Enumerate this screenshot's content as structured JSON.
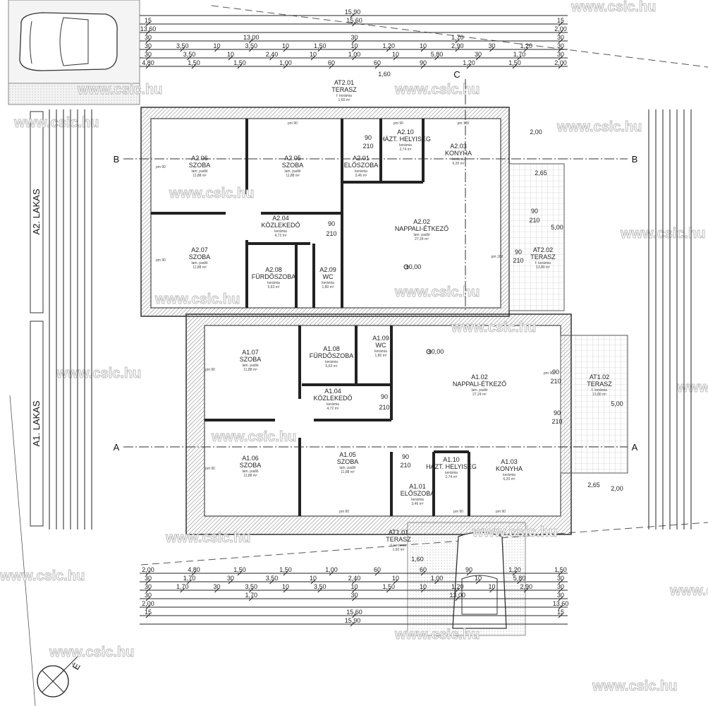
{
  "plan": {
    "units": [
      {
        "label": "A2. LAKAS"
      },
      {
        "label": "A1. LAKAS"
      }
    ],
    "rooms": [
      {
        "code": "A2.06",
        "name": "SZOBA",
        "finish": "lam. padló",
        "area": "11,88 m²"
      },
      {
        "code": "A2.05",
        "name": "SZOBA",
        "finish": "lam. padló",
        "area": "11,88 m²"
      },
      {
        "code": "A2.07",
        "name": "SZOBA",
        "finish": "lam. padló",
        "area": "11,88 m²"
      },
      {
        "code": "A2.04",
        "name": "KÖZLEKEDŐ",
        "finish": "kerámia",
        "area": "4,72 m²"
      },
      {
        "code": "A2.08",
        "name": "FÜRDŐSZOBA",
        "finish": "kerámia",
        "area": "5,63 m²"
      },
      {
        "code": "A2.09",
        "name": "WC",
        "finish": "kerámia",
        "area": "1,80 m²"
      },
      {
        "code": "A2.01",
        "name": "ELŐSZOBA",
        "finish": "kerámia",
        "area": "3,46 m²"
      },
      {
        "code": "A2.10",
        "name": "HÁZT. HELYISÉG",
        "finish": "kerámia",
        "area": "2,74 m²"
      },
      {
        "code": "A2.03",
        "name": "KONYHA",
        "finish": "kerámia",
        "area": "6,20 m²"
      },
      {
        "code": "A2.02",
        "name": "NAPPALI-ÉTKEZŐ",
        "finish": "lam. padló",
        "area": "27,24 m²"
      },
      {
        "code": "AT2.02",
        "name": "TERASZ",
        "finish": "f. kerámia",
        "area": "13,80 m²"
      },
      {
        "code": "AT2.01",
        "name": "TERASZ",
        "finish": "f. kerámia",
        "area": "1,60 m²"
      },
      {
        "code": "A1.07",
        "name": "SZOBA",
        "finish": "lam. padló",
        "area": "11,88 m²"
      },
      {
        "code": "A1.08",
        "name": "FÜRDŐSZOBA",
        "finish": "kerámia",
        "area": "5,63 m²"
      },
      {
        "code": "A1.09",
        "name": "WC",
        "finish": "kerámia",
        "area": "1,80 m²"
      },
      {
        "code": "A1.04",
        "name": "KÖZLEKEDŐ",
        "finish": "kerámia",
        "area": "4,72 m²"
      },
      {
        "code": "A1.06",
        "name": "SZOBA",
        "finish": "lam. padló",
        "area": "11,88 m²"
      },
      {
        "code": "A1.05",
        "name": "SZOBA",
        "finish": "lam. padló",
        "area": "11,88 m²"
      },
      {
        "code": "A1.01",
        "name": "ELŐSZOBA",
        "finish": "kerámia",
        "area": "3,46 m²"
      },
      {
        "code": "A1.10",
        "name": "HÁZT. HELYISÉG",
        "finish": "kerámia",
        "area": "2,74 m²"
      },
      {
        "code": "A1.03",
        "name": "KONYHA",
        "finish": "kerámia",
        "area": "6,20 m²"
      },
      {
        "code": "A1.02",
        "name": "NAPPALI-ÉTKEZŐ",
        "finish": "lam. padló",
        "area": "27,24 m²"
      },
      {
        "code": "AT1.02",
        "name": "TERASZ",
        "finish": "f. kerámia",
        "area": "13,80 m²"
      },
      {
        "code": "AT1.01",
        "name": "TERASZ",
        "finish": "f. kerámia",
        "area": "1,60 m²"
      }
    ],
    "level_marks": [
      "±0,00",
      "±0,00"
    ],
    "section_marks": [
      "B",
      "B",
      "A",
      "A",
      "C"
    ],
    "openings": [
      "pm 90",
      "pm 90",
      "pm 180",
      "pm 90",
      "pm 90",
      "pm 180",
      "pm 90",
      "pm 90",
      "pm 90",
      "pm 90",
      "pm 90",
      "pm 90"
    ],
    "door_labels": [
      "90",
      "210",
      "90",
      "210",
      "90",
      "210",
      "90",
      "210",
      "90",
      "210",
      "90",
      "210",
      "90",
      "210",
      "90",
      "210"
    ],
    "compass_label": "É",
    "watermark": "www.csic.hu"
  },
  "dimensions": {
    "top": [
      [
        "15,90"
      ],
      [
        "15",
        "15,60",
        "15"
      ],
      [
        "13,60",
        "2,00"
      ],
      [
        "30",
        "13,00",
        "30",
        "1,70",
        "30"
      ],
      [
        "30",
        "3,50",
        "10",
        "3,50",
        "10",
        "1,50",
        "10",
        "1,20",
        "10",
        "2,90",
        "30",
        "1,20",
        "30"
      ],
      [
        "30",
        "3,50",
        "10",
        "2,40",
        "10",
        "1,00",
        "10",
        "5,80",
        "30",
        "1,70",
        "30"
      ],
      [
        "4,80",
        "1,50",
        "1,50",
        "1,00",
        "60",
        "60",
        "90",
        "1,20",
        "1,50",
        "2,00"
      ]
    ],
    "bottom": [
      [
        "2,00",
        "4,80",
        "1,50",
        "1,50",
        "1,00",
        "60",
        "60",
        "90",
        "1,20",
        "1,50"
      ],
      [
        "30",
        "1,70",
        "30",
        "3,50",
        "10",
        "2,40",
        "10",
        "1,00",
        "10",
        "5,80",
        "30"
      ],
      [
        "30",
        "1,70",
        "30",
        "3,50",
        "10",
        "3,50",
        "10",
        "1,50",
        "10",
        "1,20",
        "10",
        "2,90",
        "30"
      ],
      [
        "30",
        "1,70",
        "30",
        "13,00",
        "30"
      ],
      [
        "2,00",
        "13,60"
      ],
      [
        "15",
        "15,60",
        "15"
      ],
      [
        "15,90"
      ]
    ],
    "misc": [
      "1,60",
      "1,60",
      "2,65",
      "2,65",
      "5,00",
      "5,00",
      "2,00",
      "2,00"
    ]
  }
}
